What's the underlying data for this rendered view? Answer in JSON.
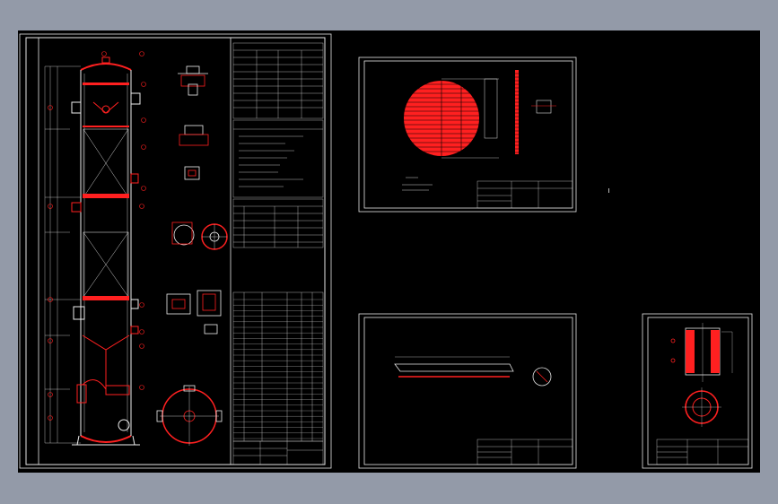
{
  "viewport": {
    "background": "#939aa8",
    "canvas_background": "#000000"
  },
  "colors": {
    "line": "#ffffff",
    "accent": "#ff2020",
    "table": "#d8d8d8"
  },
  "sheets": [
    {
      "id": "main-assembly"
    },
    {
      "id": "tray-plan"
    },
    {
      "id": "weir-detail"
    },
    {
      "id": "flange-detail"
    }
  ]
}
